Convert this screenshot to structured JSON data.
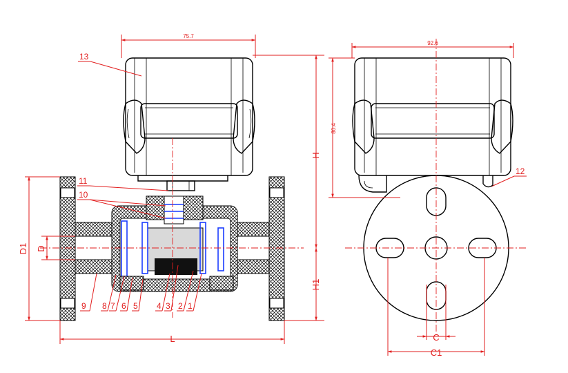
{
  "dimensions": {
    "top_width": "75.7",
    "side_width": "92.6",
    "side_height": "80.4",
    "H": "H",
    "H1": "H1",
    "D": "D",
    "D1": "D1",
    "L": "L",
    "C": "C",
    "C1": "C1"
  },
  "part_labels": {
    "p1": "1",
    "p2": "2",
    "p3": "3",
    "p4": "4",
    "p5": "5",
    "p6": "6",
    "p7": "7",
    "p8": "8",
    "p9": "9",
    "p10": "10",
    "p11": "11",
    "p12": "12",
    "p13": "13"
  },
  "colors": {
    "dimension": "#e21e1e",
    "outline": "#000000",
    "seal": "#1a3cff"
  }
}
